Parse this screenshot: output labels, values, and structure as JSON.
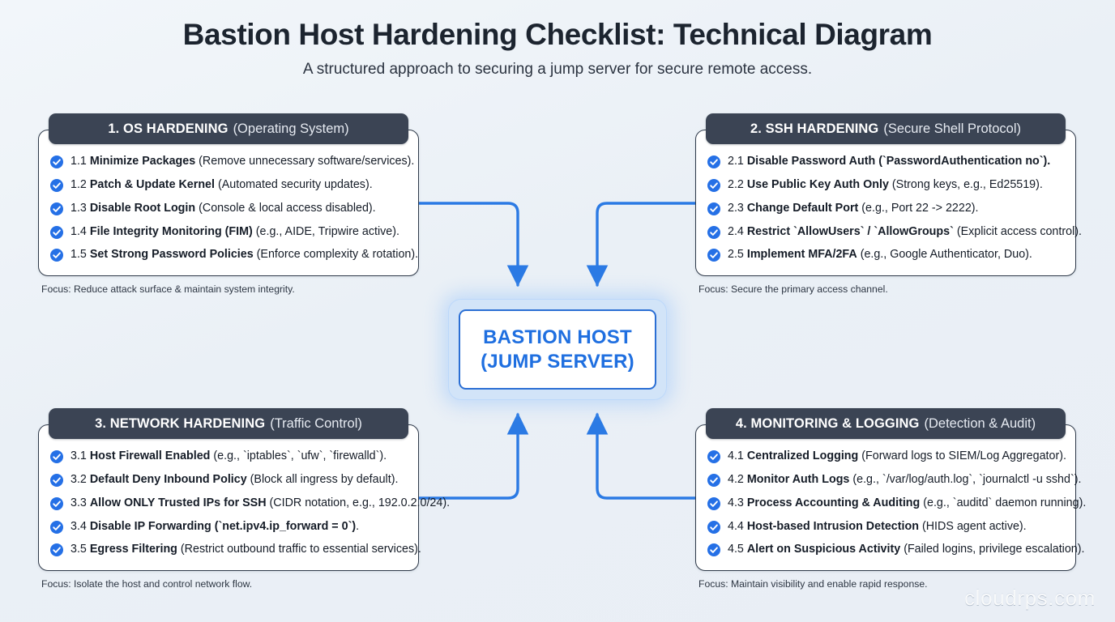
{
  "header": {
    "title": "Bastion Host Hardening Checklist: Technical Diagram",
    "subtitle": "A structured approach to securing a jump server for secure remote access."
  },
  "central_node": {
    "line1": "BASTION HOST",
    "line2": "(JUMP SERVER)"
  },
  "watermark": "cloudrps.com",
  "colors": {
    "background": "#eef2f7",
    "header_pill": "#3b4454",
    "accent_blue": "#1f6fe0",
    "check_blue": "#2570e6",
    "card_border": "#2f3a4a",
    "connector": "#2b7ae4"
  },
  "panels": [
    {
      "id": "os-hardening",
      "title_strong": "1. OS HARDENING",
      "title_light": "(Operating System)",
      "focus": "Focus: Reduce attack surface & maintain system integrity.",
      "items": [
        {
          "num": "1.1",
          "title": "Minimize Packages",
          "desc": "(Remove unnecessary software/services)."
        },
        {
          "num": "1.2",
          "title": "Patch & Update Kernel",
          "desc": "(Automated security updates)."
        },
        {
          "num": "1.3",
          "title": "Disable Root Login",
          "desc": "(Console & local access disabled)."
        },
        {
          "num": "1.4",
          "title": "File Integrity Monitoring (FIM)",
          "desc": "(e.g., AIDE, Tripwire active)."
        },
        {
          "num": "1.5",
          "title": "Set Strong Password Policies",
          "desc": "(Enforce complexity & rotation)."
        }
      ]
    },
    {
      "id": "ssh-hardening",
      "title_strong": "2. SSH HARDENING",
      "title_light": "(Secure Shell Protocol)",
      "focus": "Focus: Secure the primary access channel.",
      "items": [
        {
          "num": "2.1",
          "title": "Disable Password Auth",
          "desc": "(`PasswordAuthentication no`).",
          "desc_bold": "(`PasswordAuthentication no`)."
        },
        {
          "num": "2.2",
          "title": "Use Public Key Auth Only",
          "desc": "(Strong keys, e.g., Ed25519)."
        },
        {
          "num": "2.3",
          "title": "Change Default Port",
          "desc": "(e.g., Port 22 -> 2222)."
        },
        {
          "num": "2.4",
          "title": "Restrict `AllowUsers` / `AllowGroups`",
          "desc": "(Explicit access control)."
        },
        {
          "num": "2.5",
          "title": "Implement MFA/2FA",
          "desc": "(e.g., Google Authenticator, Duo)."
        }
      ]
    },
    {
      "id": "network-hardening",
      "title_strong": "3. NETWORK HARDENING",
      "title_light": "(Traffic Control)",
      "focus": "Focus: Isolate the host and control network flow.",
      "items": [
        {
          "num": "3.1",
          "title": "Host Firewall Enabled",
          "desc": "(e.g., `iptables`, `ufw`, `firewalld`)."
        },
        {
          "num": "3.2",
          "title": "Default Deny Inbound Policy",
          "desc": "(Block all ingress by default)."
        },
        {
          "num": "3.3",
          "title": "Allow ONLY Trusted IPs for SSH",
          "desc": "(CIDR notation, e.g., 192.0.2.0/24)."
        },
        {
          "num": "3.4",
          "title": "Disable IP Forwarding (`net.ipv4.ip_forward = 0`)",
          "desc": "."
        },
        {
          "num": "3.5",
          "title": "Egress Filtering",
          "desc": "(Restrict outbound traffic to essential services)."
        }
      ]
    },
    {
      "id": "monitoring-logging",
      "title_strong": "4. MONITORING & LOGGING",
      "title_light": "(Detection & Audit)",
      "focus": "Focus: Maintain visibility and enable rapid response.",
      "items": [
        {
          "num": "4.1",
          "title": "Centralized Logging",
          "desc": "(Forward logs to SIEM/Log Aggregator)."
        },
        {
          "num": "4.2",
          "title": "Monitor Auth Logs",
          "desc": "(e.g., `/var/log/auth.log`, `journalctl -u sshd`)."
        },
        {
          "num": "4.3",
          "title": "Process Accounting & Auditing",
          "desc": "(e.g., `auditd` daemon running)."
        },
        {
          "num": "4.4",
          "title": "Host-based Intrusion Detection",
          "desc": "(HIDS agent active)."
        },
        {
          "num": "4.5",
          "title": "Alert on Suspicious Activity",
          "desc": "(Failed logins, privilege escalation)."
        }
      ]
    }
  ]
}
